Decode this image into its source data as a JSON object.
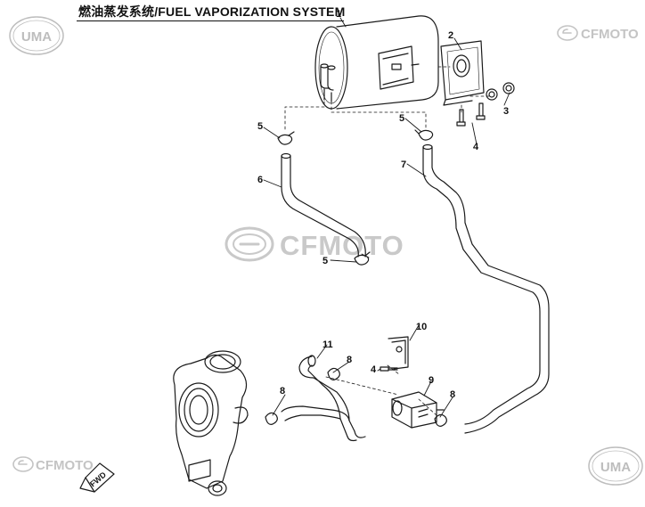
{
  "title": "燃油蒸发系统/FUEL VAPORIZATION SYSTEM",
  "watermarks": {
    "uma": "UMA",
    "cfmoto": "CFMOTO",
    "fwd": "FWD"
  },
  "callouts": [
    {
      "id": "c1",
      "label": "1"
    },
    {
      "id": "c2",
      "label": "2"
    },
    {
      "id": "c3",
      "label": "3"
    },
    {
      "id": "c4a",
      "label": "4"
    },
    {
      "id": "c5a",
      "label": "5"
    },
    {
      "id": "c5b",
      "label": "5"
    },
    {
      "id": "c5c",
      "label": "5"
    },
    {
      "id": "c6",
      "label": "6"
    },
    {
      "id": "c7",
      "label": "7"
    },
    {
      "id": "c8a",
      "label": "8"
    },
    {
      "id": "c8b",
      "label": "8"
    },
    {
      "id": "c8c",
      "label": "8"
    },
    {
      "id": "c9",
      "label": "9"
    },
    {
      "id": "c10",
      "label": "10"
    },
    {
      "id": "c11",
      "label": "11"
    },
    {
      "id": "c4b",
      "label": "4"
    }
  ],
  "colors": {
    "line": "#1a1a1a",
    "watermark": "#c9c9c9"
  }
}
